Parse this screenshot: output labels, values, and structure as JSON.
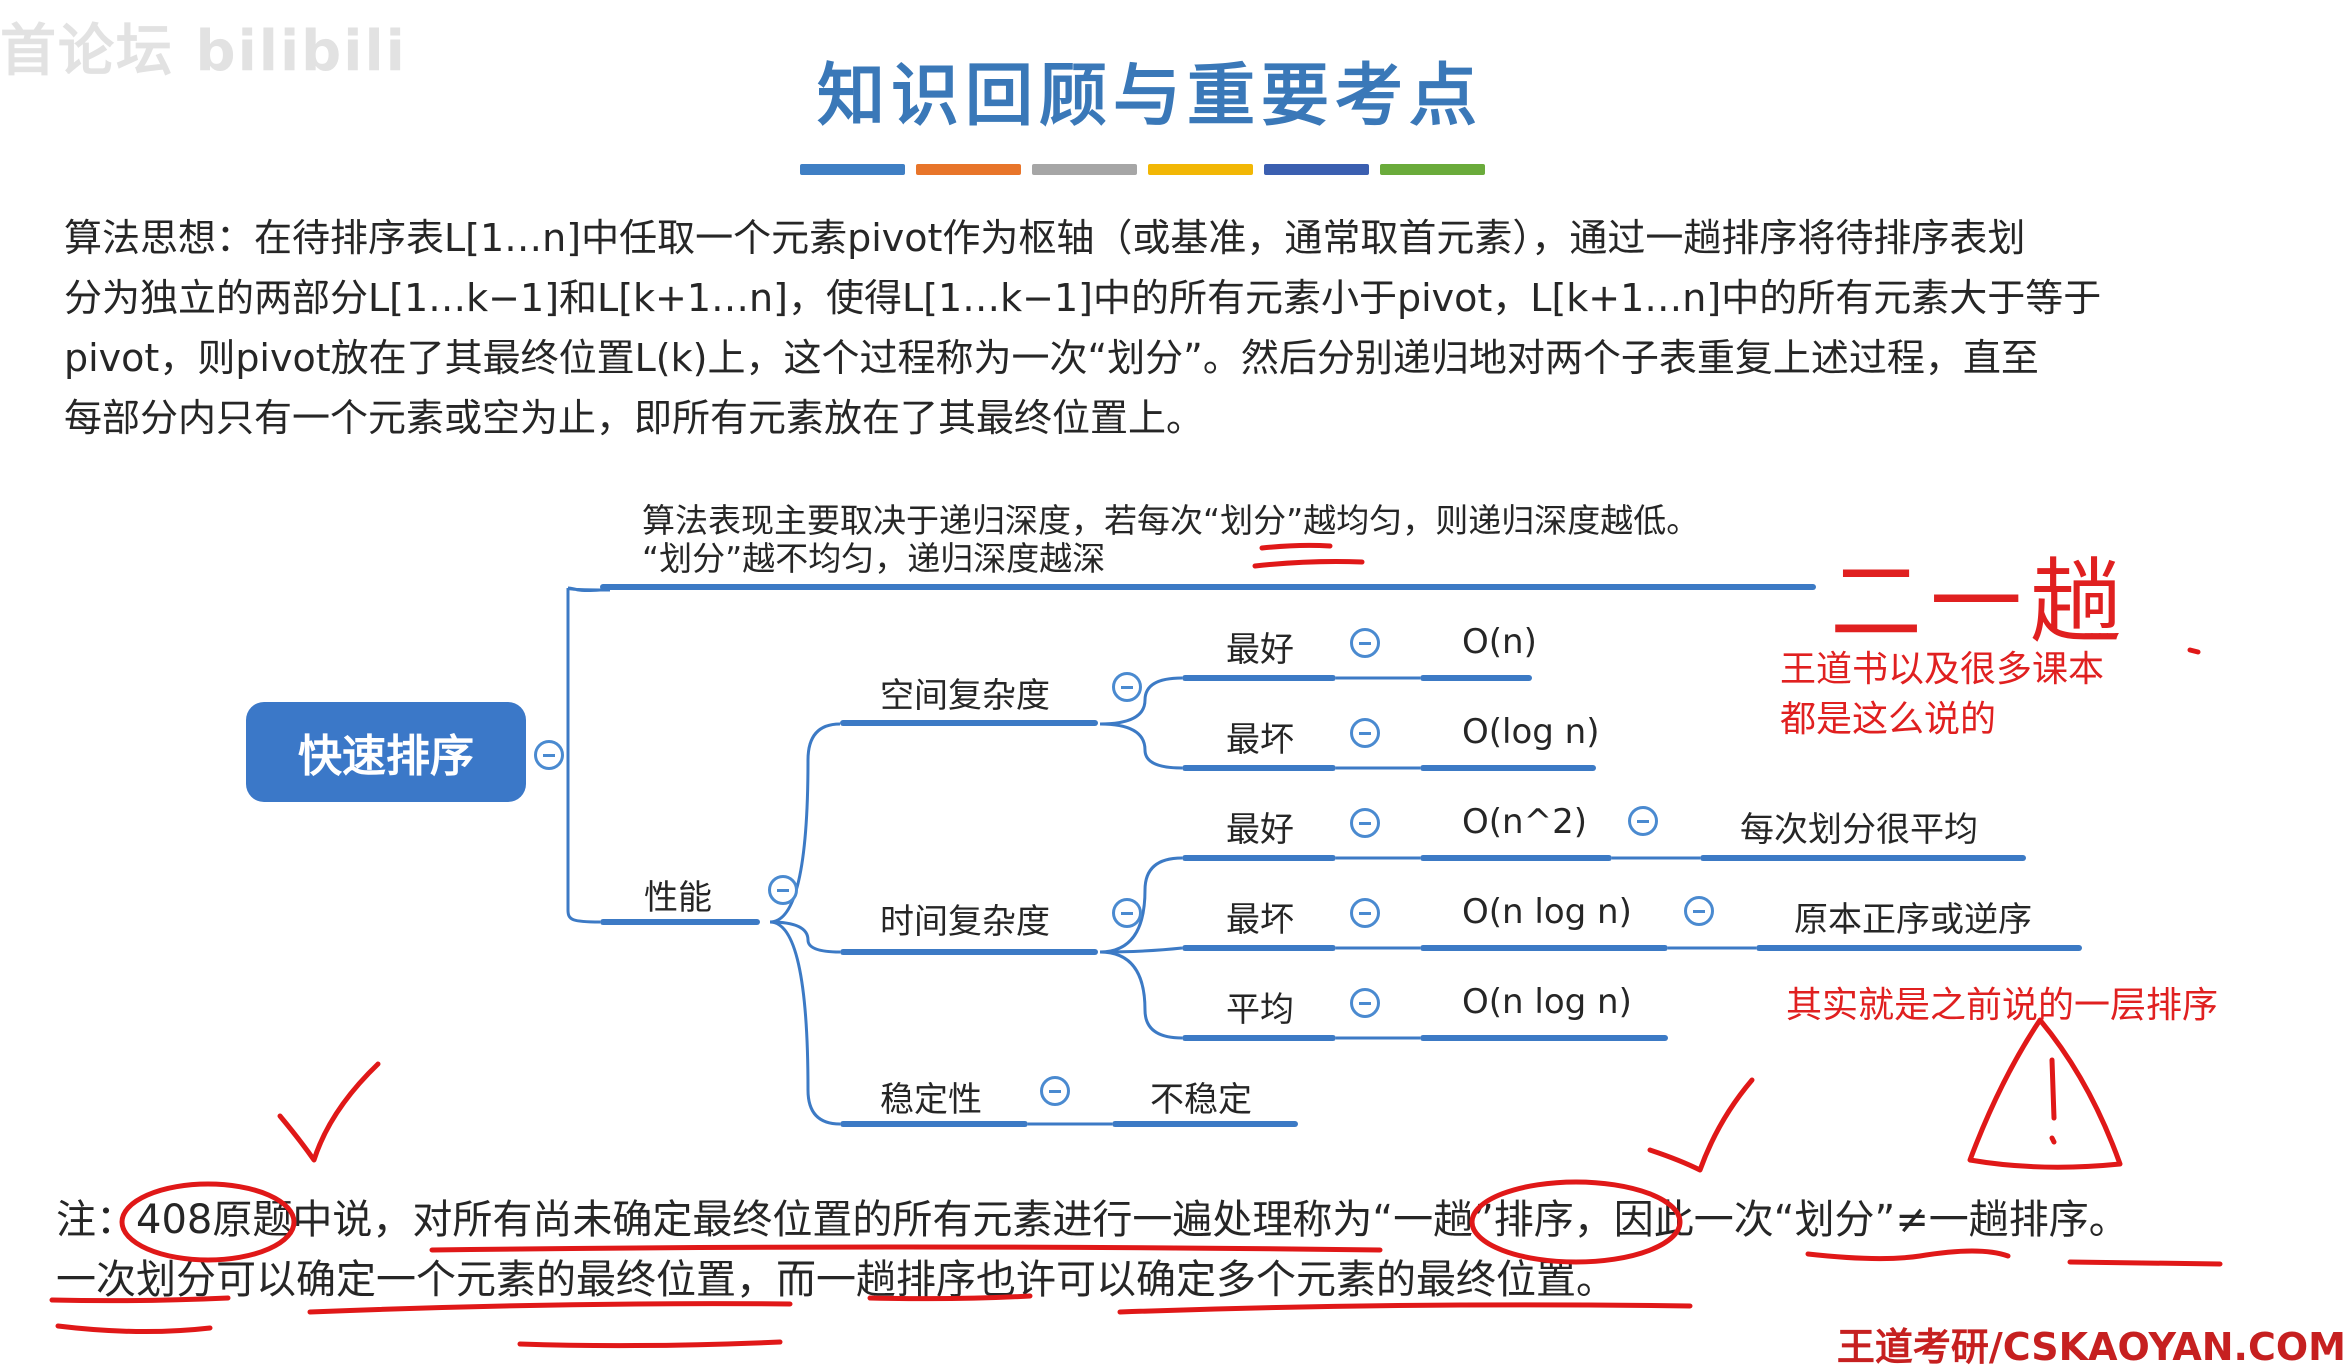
{
  "watermark": "首论坛 bilibili",
  "title": "知识回顾与重要考点",
  "accent_bars": [
    "#3f7fc4",
    "#e8752a",
    "#a6a6a6",
    "#f2b705",
    "#3b5fb0",
    "#6aab3b"
  ],
  "intro": {
    "lines": [
      "算法思想：在待排序表L[1…n]中任取一个元素pivot作为枢轴（或基准，通常取首元素），通过一趟排序将待排序表划",
      "分为独立的两部分L[1…k−1]和L[k+1…n]，使得L[1…k−1]中的所有元素小于pivot，L[k+1…n]中的所有元素大于等于",
      "pivot，则pivot放在了其最终位置L(k)上，这个过程称为一次“划分”。然后分别递归地对两个子表重复上述过程，直至",
      "每部分内只有一个元素或空为止，即所有元素放在了其最终位置上。"
    ]
  },
  "mindmap": {
    "root": "快速排序",
    "note_line1": "算法表现主要取决于递归深度，若每次“划分”越均匀，则递归深度越低。",
    "note_line2": "“划分”越不均匀，递归深度越深",
    "performance": "性能",
    "space": {
      "label": "空间复杂度",
      "best_label": "最好",
      "best_value": "O(n)",
      "worst_label": "最坏",
      "worst_value": "O(log n)"
    },
    "time": {
      "label": "时间复杂度",
      "best_label": "最好",
      "best_value": "O(n^2)",
      "best_note": "每次划分很平均",
      "worst_label": "最坏",
      "worst_value": "O(n log n)",
      "worst_note": "原本正序或逆序",
      "avg_label": "平均",
      "avg_value": "O(n log n)"
    },
    "stability": {
      "label": "稳定性",
      "value": "不稳定"
    }
  },
  "handwriting": {
    "yi_tang": "二一趟",
    "note_book": [
      "王道书以及很多课本",
      "都是这么说的"
    ],
    "note_layer": "其实就是之前说的一层排序"
  },
  "footer": {
    "line1": "注：408原题中说，对所有尚未确定最终位置的所有元素进行一遍处理称为“一趟”排序，因此一次“划分”≠一趟排序。",
    "line2": "一次划分可以确定一个元素的最终位置，而一趟排序也许可以确定多个元素的最终位置。"
  },
  "brand": "王道考研/CSKAOYAN.COM",
  "colors": {
    "title": "#3a78b8",
    "branch": "#3c7ac5",
    "root_fill": "#3b78c8",
    "annotation": "#e02020"
  }
}
